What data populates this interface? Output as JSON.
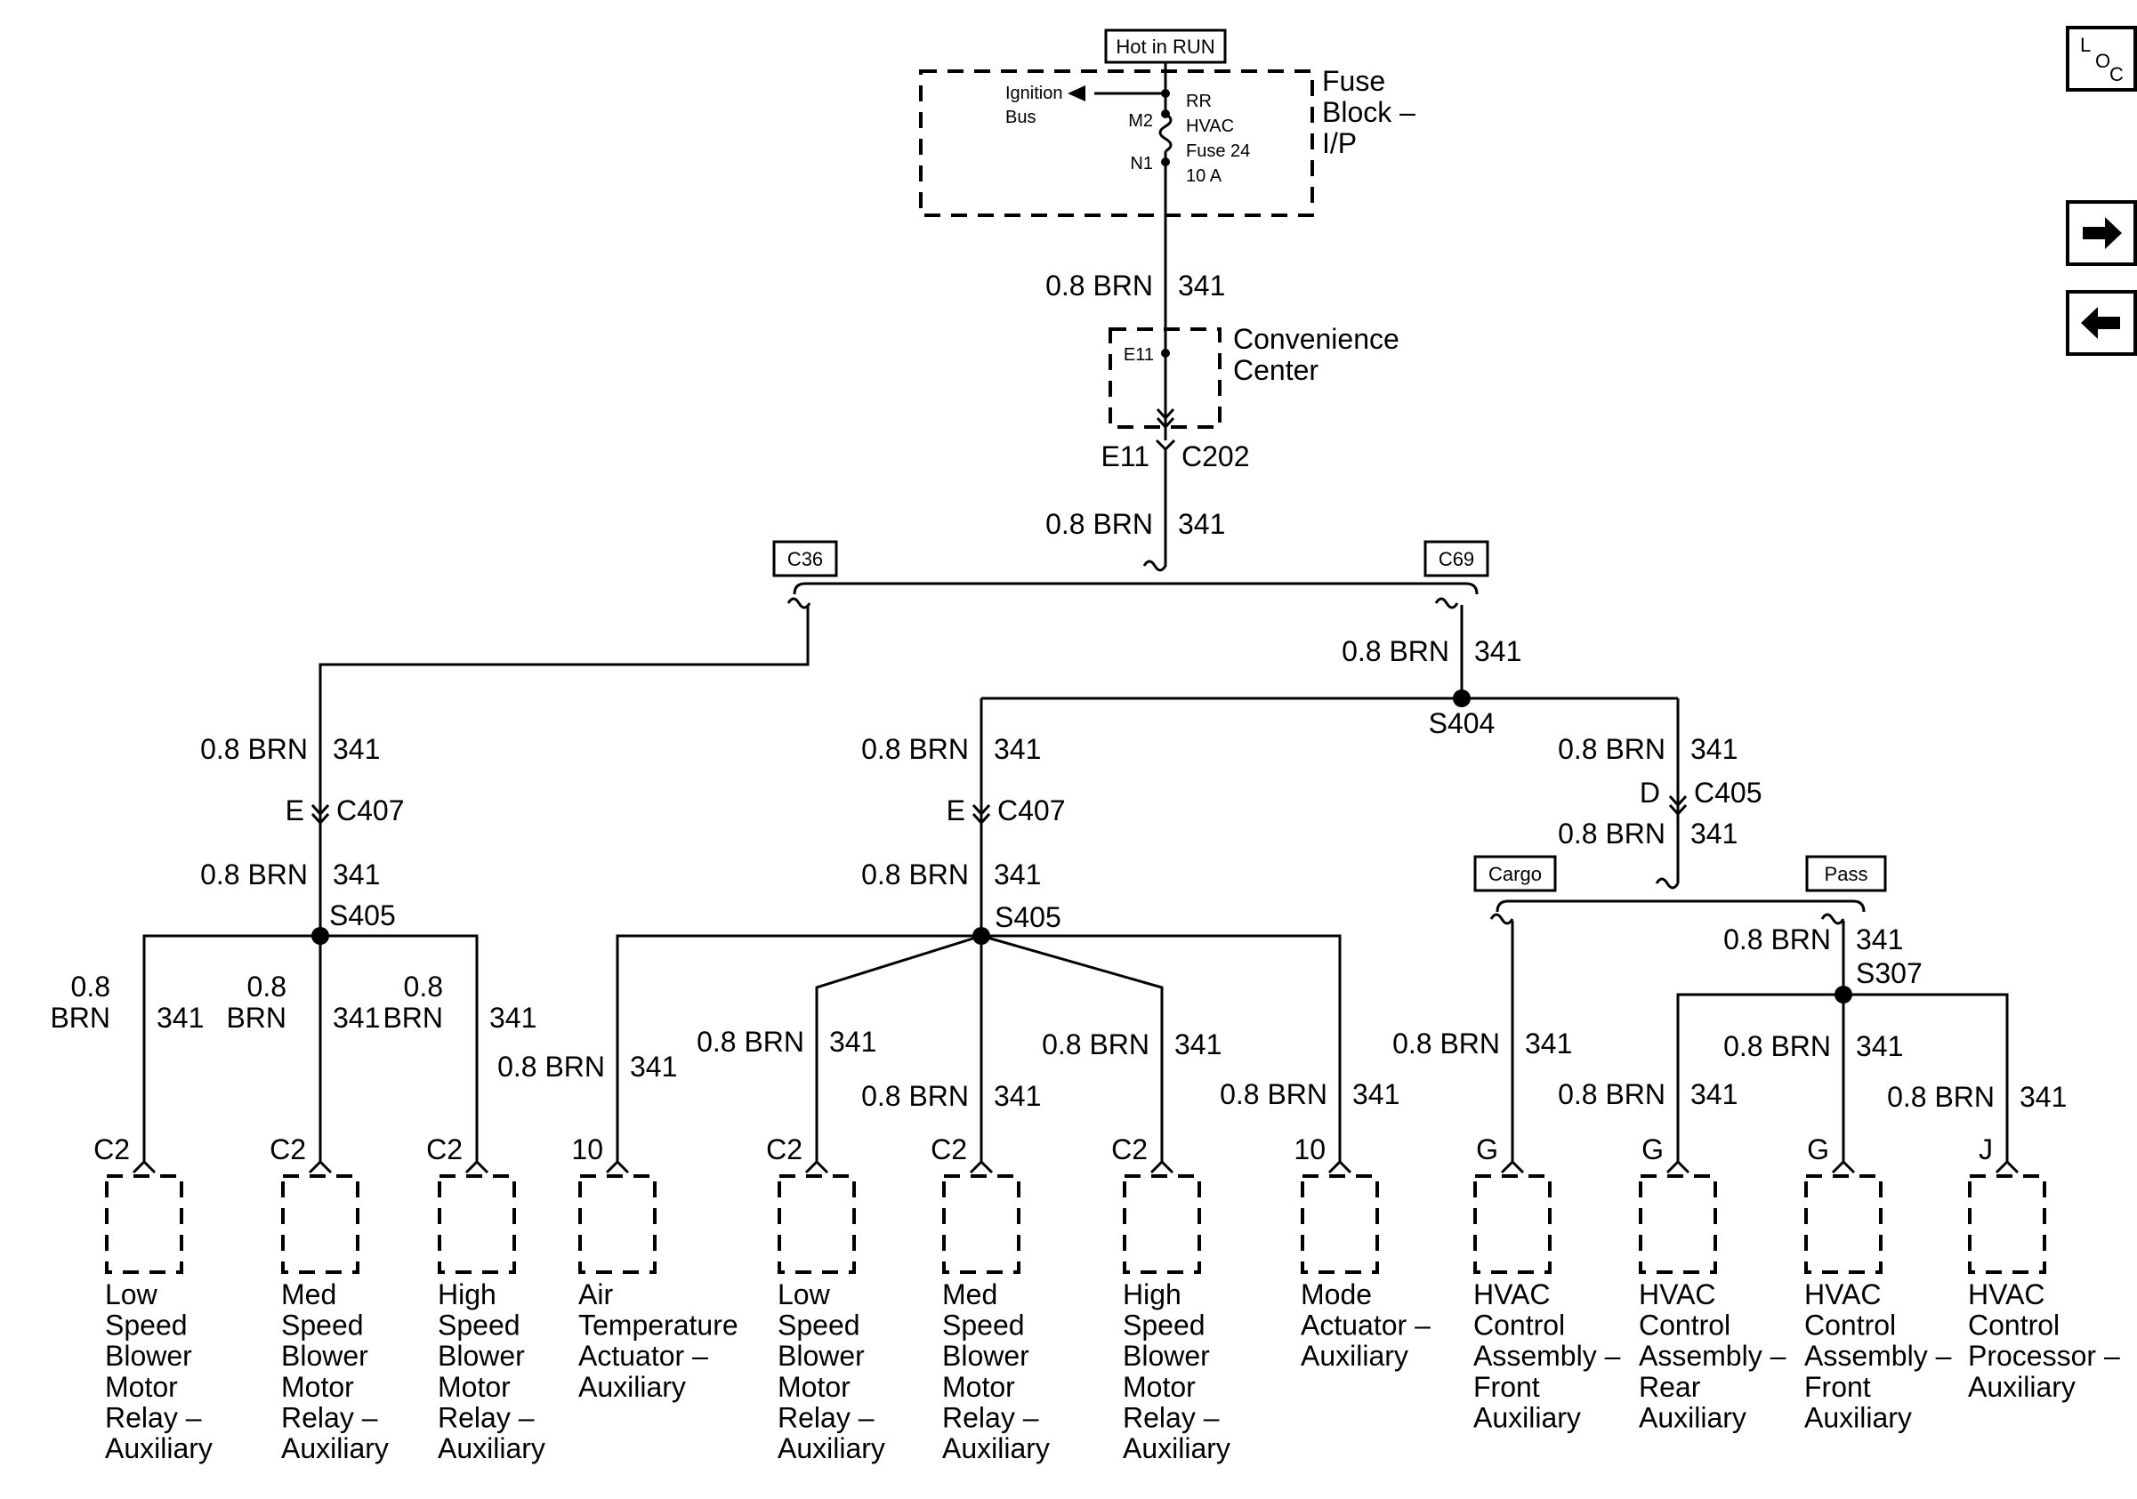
{
  "header": {
    "hot_label": "Hot in RUN"
  },
  "fuse_block": {
    "name_lines": [
      "Fuse",
      "Block –",
      "I/P"
    ],
    "ignition_lines": [
      "Ignition",
      "Bus"
    ],
    "fuse_lines": [
      "RR",
      "HVAC",
      "Fuse 24",
      "10 A"
    ],
    "pin_in": "M2",
    "pin_out": "N1"
  },
  "convenience_center": {
    "name_lines": [
      "Convenience",
      "Center"
    ],
    "pin": "E11"
  },
  "connector_c202": {
    "pin": "E11",
    "name": "C202"
  },
  "variants": {
    "left": "C36",
    "right": "C69",
    "cargo": "Cargo",
    "pass": "Pass"
  },
  "wire": {
    "gauge": "0.8 BRN",
    "circuit": "341",
    "gauge_a": "0.8",
    "gauge_b": "BRN"
  },
  "connectors": {
    "c407_left": {
      "pin": "E",
      "name": "C407"
    },
    "c407_mid": {
      "pin": "E",
      "name": "C407"
    },
    "c405": {
      "pin": "D",
      "name": "C405"
    }
  },
  "splices": {
    "s404": "S404",
    "s405_left": "S405",
    "s405_mid": "S405",
    "s307": "S307"
  },
  "components": [
    {
      "pin": "C2",
      "lines": [
        "Low",
        "Speed",
        "Blower",
        "Motor",
        "Relay –",
        "Auxiliary"
      ]
    },
    {
      "pin": "C2",
      "lines": [
        "Med",
        "Speed",
        "Blower",
        "Motor",
        "Relay –",
        "Auxiliary"
      ]
    },
    {
      "pin": "C2",
      "lines": [
        "High",
        "Speed",
        "Blower",
        "Motor",
        "Relay –",
        "Auxiliary"
      ]
    },
    {
      "pin": "10",
      "lines": [
        "Air",
        "Temperature",
        "Actuator –",
        "Auxiliary"
      ]
    },
    {
      "pin": "C2",
      "lines": [
        "Low",
        "Speed",
        "Blower",
        "Motor",
        "Relay –",
        "Auxiliary"
      ]
    },
    {
      "pin": "C2",
      "lines": [
        "Med",
        "Speed",
        "Blower",
        "Motor",
        "Relay –",
        "Auxiliary"
      ]
    },
    {
      "pin": "C2",
      "lines": [
        "High",
        "Speed",
        "Blower",
        "Motor",
        "Relay –",
        "Auxiliary"
      ]
    },
    {
      "pin": "10",
      "lines": [
        "Mode",
        "Actuator –",
        "Auxiliary"
      ]
    },
    {
      "pin": "G",
      "lines": [
        "HVAC",
        "Control",
        "Assembly –",
        "Front",
        "Auxiliary"
      ]
    },
    {
      "pin": "G",
      "lines": [
        "HVAC",
        "Control",
        "Assembly –",
        "Rear",
        "Auxiliary"
      ]
    },
    {
      "pin": "G",
      "lines": [
        "HVAC",
        "Control",
        "Assembly –",
        "Front",
        "Auxiliary"
      ]
    },
    {
      "pin": "J",
      "lines": [
        "HVAC",
        "Control",
        "Processor –",
        "Auxiliary"
      ]
    }
  ],
  "nav": {
    "loc_l": "L",
    "loc_o": "O",
    "loc_c": "C",
    "forward_icon": "right-arrow-icon",
    "back_icon": "left-arrow-icon"
  }
}
